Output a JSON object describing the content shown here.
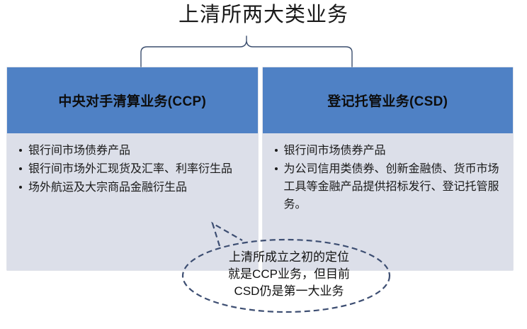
{
  "slide": {
    "title": "上清所两大类业务",
    "background_color": "#ffffff"
  },
  "colors": {
    "header_blue": "#4f81c5",
    "panel_body": "#dcdfe9",
    "callout_stroke": "#3d4e72",
    "brace_stroke": "#3b4e6e",
    "text": "#1a1a1a"
  },
  "panels": [
    {
      "header": "中央对手清算业务(CCP)",
      "bullets": [
        "银行间市场债券产品",
        "银行间市场外汇现货及汇率、利率衍生品",
        "场外航运及大宗商品金融衍生品"
      ]
    },
    {
      "header": "登记托管业务(CSD)",
      "bullets": [
        "银行间市场债券产品",
        "为公司信用类债券、创新金融债、货币市场工具等金融产品提供招标发行、登记托管服务。"
      ]
    }
  ],
  "callout": {
    "text": "上清所成立之初的定位\n就是CCP业务，但目前\nCSD仍是第一大业务",
    "style": "dashed-ellipse-speech-bubble"
  }
}
